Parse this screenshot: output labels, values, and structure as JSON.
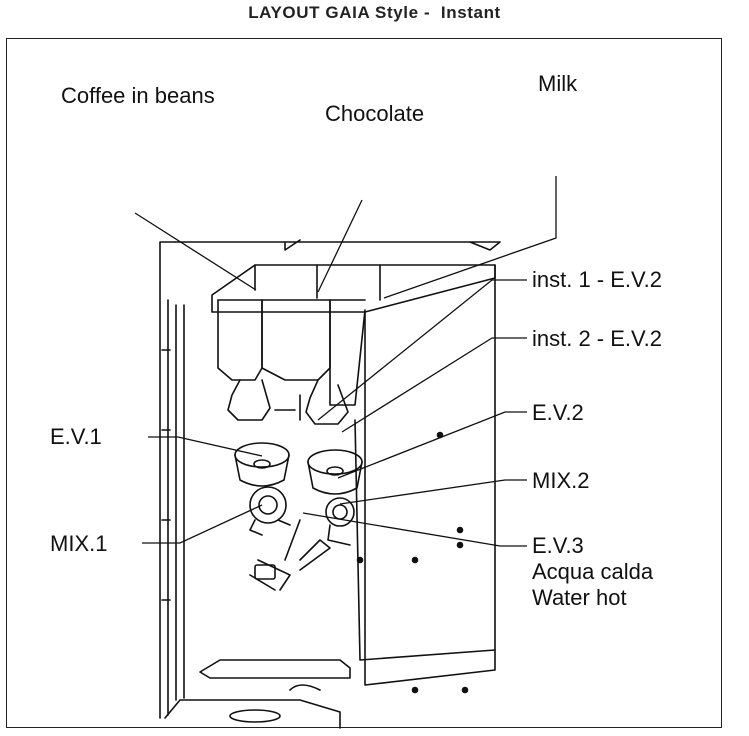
{
  "title": "LAYOUT GAIA Style -  Instant",
  "labels": {
    "coffee_beans": "Coffee in beans",
    "chocolate": "Chocolate",
    "milk": "Milk",
    "inst1": "inst. 1 - E.V.2",
    "inst2": "inst. 2 - E.V.2",
    "ev1": "E.V.1",
    "ev2": "E.V.2",
    "mix1": "MIX.1",
    "mix2": "MIX.2",
    "ev3": "E.V.3",
    "acqua_calda": "Acqua calda",
    "water_hot": "Water hot"
  }
}
